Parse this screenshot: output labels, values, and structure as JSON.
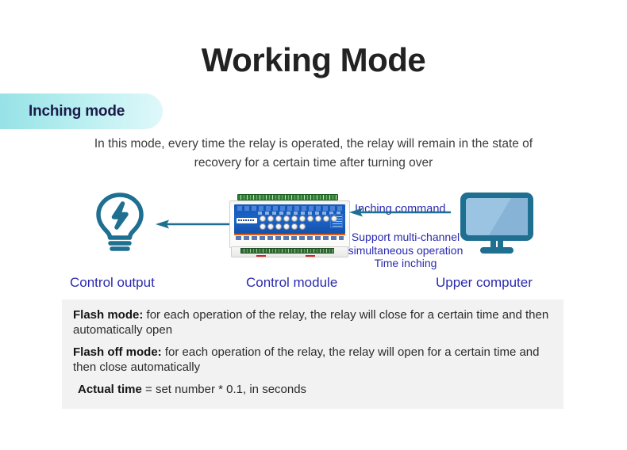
{
  "page": {
    "title": "Working Mode",
    "badge_label": "Inching mode",
    "description": "In this mode, every time the relay is operated, the relay will remain in the state of recovery for a certain time after turning over"
  },
  "diagram": {
    "icons": {
      "output": "lightbulb-icon",
      "module": "control-module-device-icon",
      "computer": "monitor-icon",
      "arrow_module_to_output": "arrow-left-icon",
      "arrow_computer_to_module": "arrow-left-icon"
    },
    "annotations": {
      "command": "Inching command",
      "features_line1": "Support multi-channel",
      "features_line2": "simultaneous operation",
      "features_line3": "Time inching"
    },
    "labels": {
      "output": "Control output",
      "module": "Control module",
      "computer": "Upper computer"
    }
  },
  "info_box": {
    "items": [
      {
        "term": "Flash mode:",
        "text": " for each operation of the relay, the relay will close for a certain time and then automatically open"
      },
      {
        "term": "Flash off mode:",
        "text": " for each operation of the relay, the relay will open for a certain time and then close automatically"
      },
      {
        "term": "Actual time",
        "text": " = set number * 0.1, in seconds"
      }
    ]
  },
  "colors": {
    "badge_start": "#96e2e6",
    "badge_end": "#dff8fa",
    "badge_text": "#1b1b4a",
    "label_blue": "#2a2ab0",
    "icon_teal": "#1f6f91",
    "box_bg": "#f2f2f2",
    "module_blue": "#1659b9",
    "module_orange": "#e8590c",
    "terminal_green": "#2f7d32"
  }
}
